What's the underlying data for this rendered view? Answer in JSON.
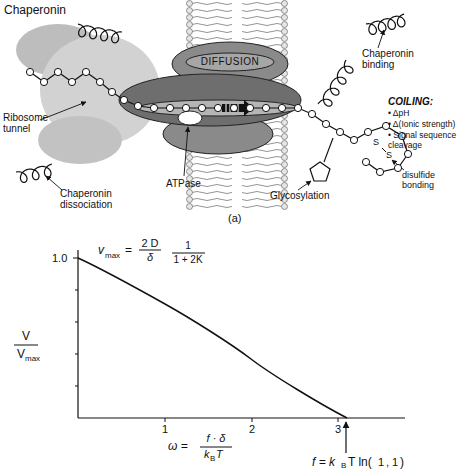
{
  "diagram": {
    "nodes": [
      {
        "text": [
          "DIFFUSION"
        ]
      }
    ],
    "labels": [
      "Chaperonin",
      "Ribosome tunnel",
      "Chaperonin dissociation",
      "ATPase",
      "Chaperonin binding",
      "COILING:",
      "• ΔpH",
      "• Δ(Ionic strength)",
      "• Signal sequence cleavage",
      "disulfide bonding",
      "Glycosylation",
      "S",
      "S",
      "(a)",
      "1.0",
      "1",
      "2",
      "3",
      "V",
      "V",
      "max",
      "v",
      "max",
      "=",
      "2 D",
      "δ",
      "1",
      "1 + 2K",
      "ω =",
      "f · δ",
      "k",
      "B",
      "T",
      "f = k",
      "B",
      "T ln(",
      "1",
      ",",
      "1",
      ")"
    ]
  }
}
